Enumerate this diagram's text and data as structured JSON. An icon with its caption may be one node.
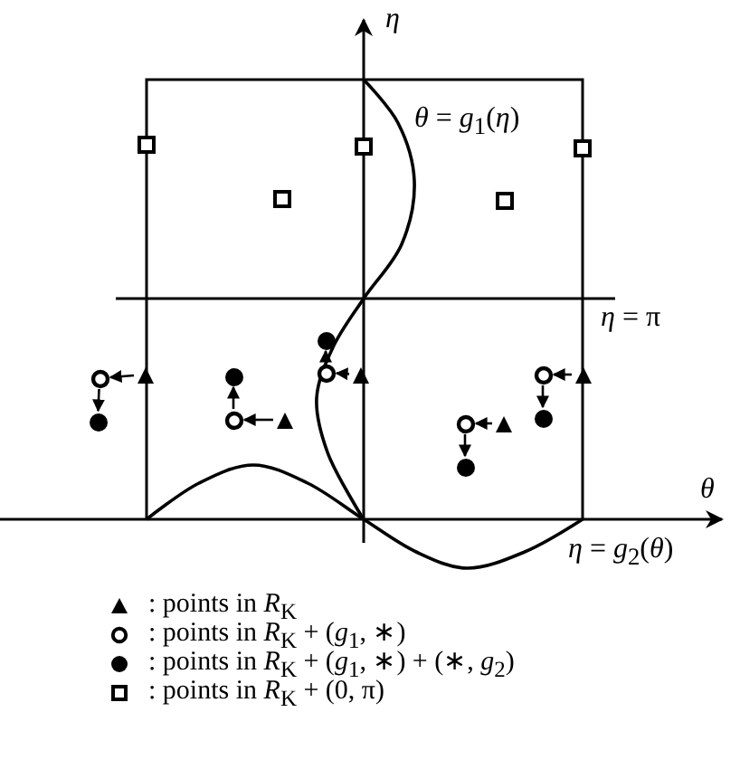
{
  "diagram": {
    "nodes": [
      {
        "text": [],
        "shape": "triangle"
      },
      {
        "text": [],
        "shape": "circle"
      },
      {
        "text": [],
        "shape": "dot"
      },
      {
        "text": [],
        "shape": "triangle"
      },
      {
        "text": [],
        "shape": "circle"
      },
      {
        "text": [],
        "shape": "dot"
      },
      {
        "text": [],
        "shape": "triangle"
      },
      {
        "text": [],
        "shape": "circle"
      },
      {
        "text": [],
        "shape": "dot"
      },
      {
        "text": [],
        "shape": "triangle"
      },
      {
        "text": [],
        "shape": "circle"
      },
      {
        "text": [],
        "shape": "dot"
      },
      {
        "text": [],
        "shape": "triangle"
      },
      {
        "text": [],
        "shape": "circle"
      },
      {
        "text": [],
        "shape": "dot"
      }
    ],
    "edges": [
      {
        "from": 0,
        "to": 1,
        "arrow": "to"
      },
      {
        "from": 1,
        "to": 2,
        "arrow": "to"
      },
      {
        "from": 3,
        "to": 4,
        "arrow": "to"
      },
      {
        "from": 4,
        "to": 5,
        "arrow": "to"
      },
      {
        "from": 6,
        "to": 7,
        "arrow": "to"
      },
      {
        "from": 7,
        "to": 8,
        "arrow": "to"
      },
      {
        "from": 9,
        "to": 10,
        "arrow": "to"
      },
      {
        "from": 10,
        "to": 11,
        "arrow": "to"
      },
      {
        "from": 12,
        "to": 13,
        "arrow": "to"
      },
      {
        "from": 13,
        "to": 14,
        "arrow": "to"
      }
    ],
    "labels": [
      "*η*",
      "*θ* = *g*$_{1}$(*η*)",
      "*η* = π",
      "*θ*",
      "*η* = *g*$_{2}$(*θ*)"
    ],
    "legend": [
      {
        "text": ": points in *R*$_{K}$"
      },
      {
        "text": ": points in *R*$_{K}$ + (*g*$_{1}$, ∗)"
      },
      {
        "text": ": points in *R*$_{K}$ + (*g*$_{1}$, ∗) + (∗, *g*$_{2}$)"
      },
      {
        "text": ": points in *R*$_{K}$ + (0, π)"
      }
    ]
  }
}
